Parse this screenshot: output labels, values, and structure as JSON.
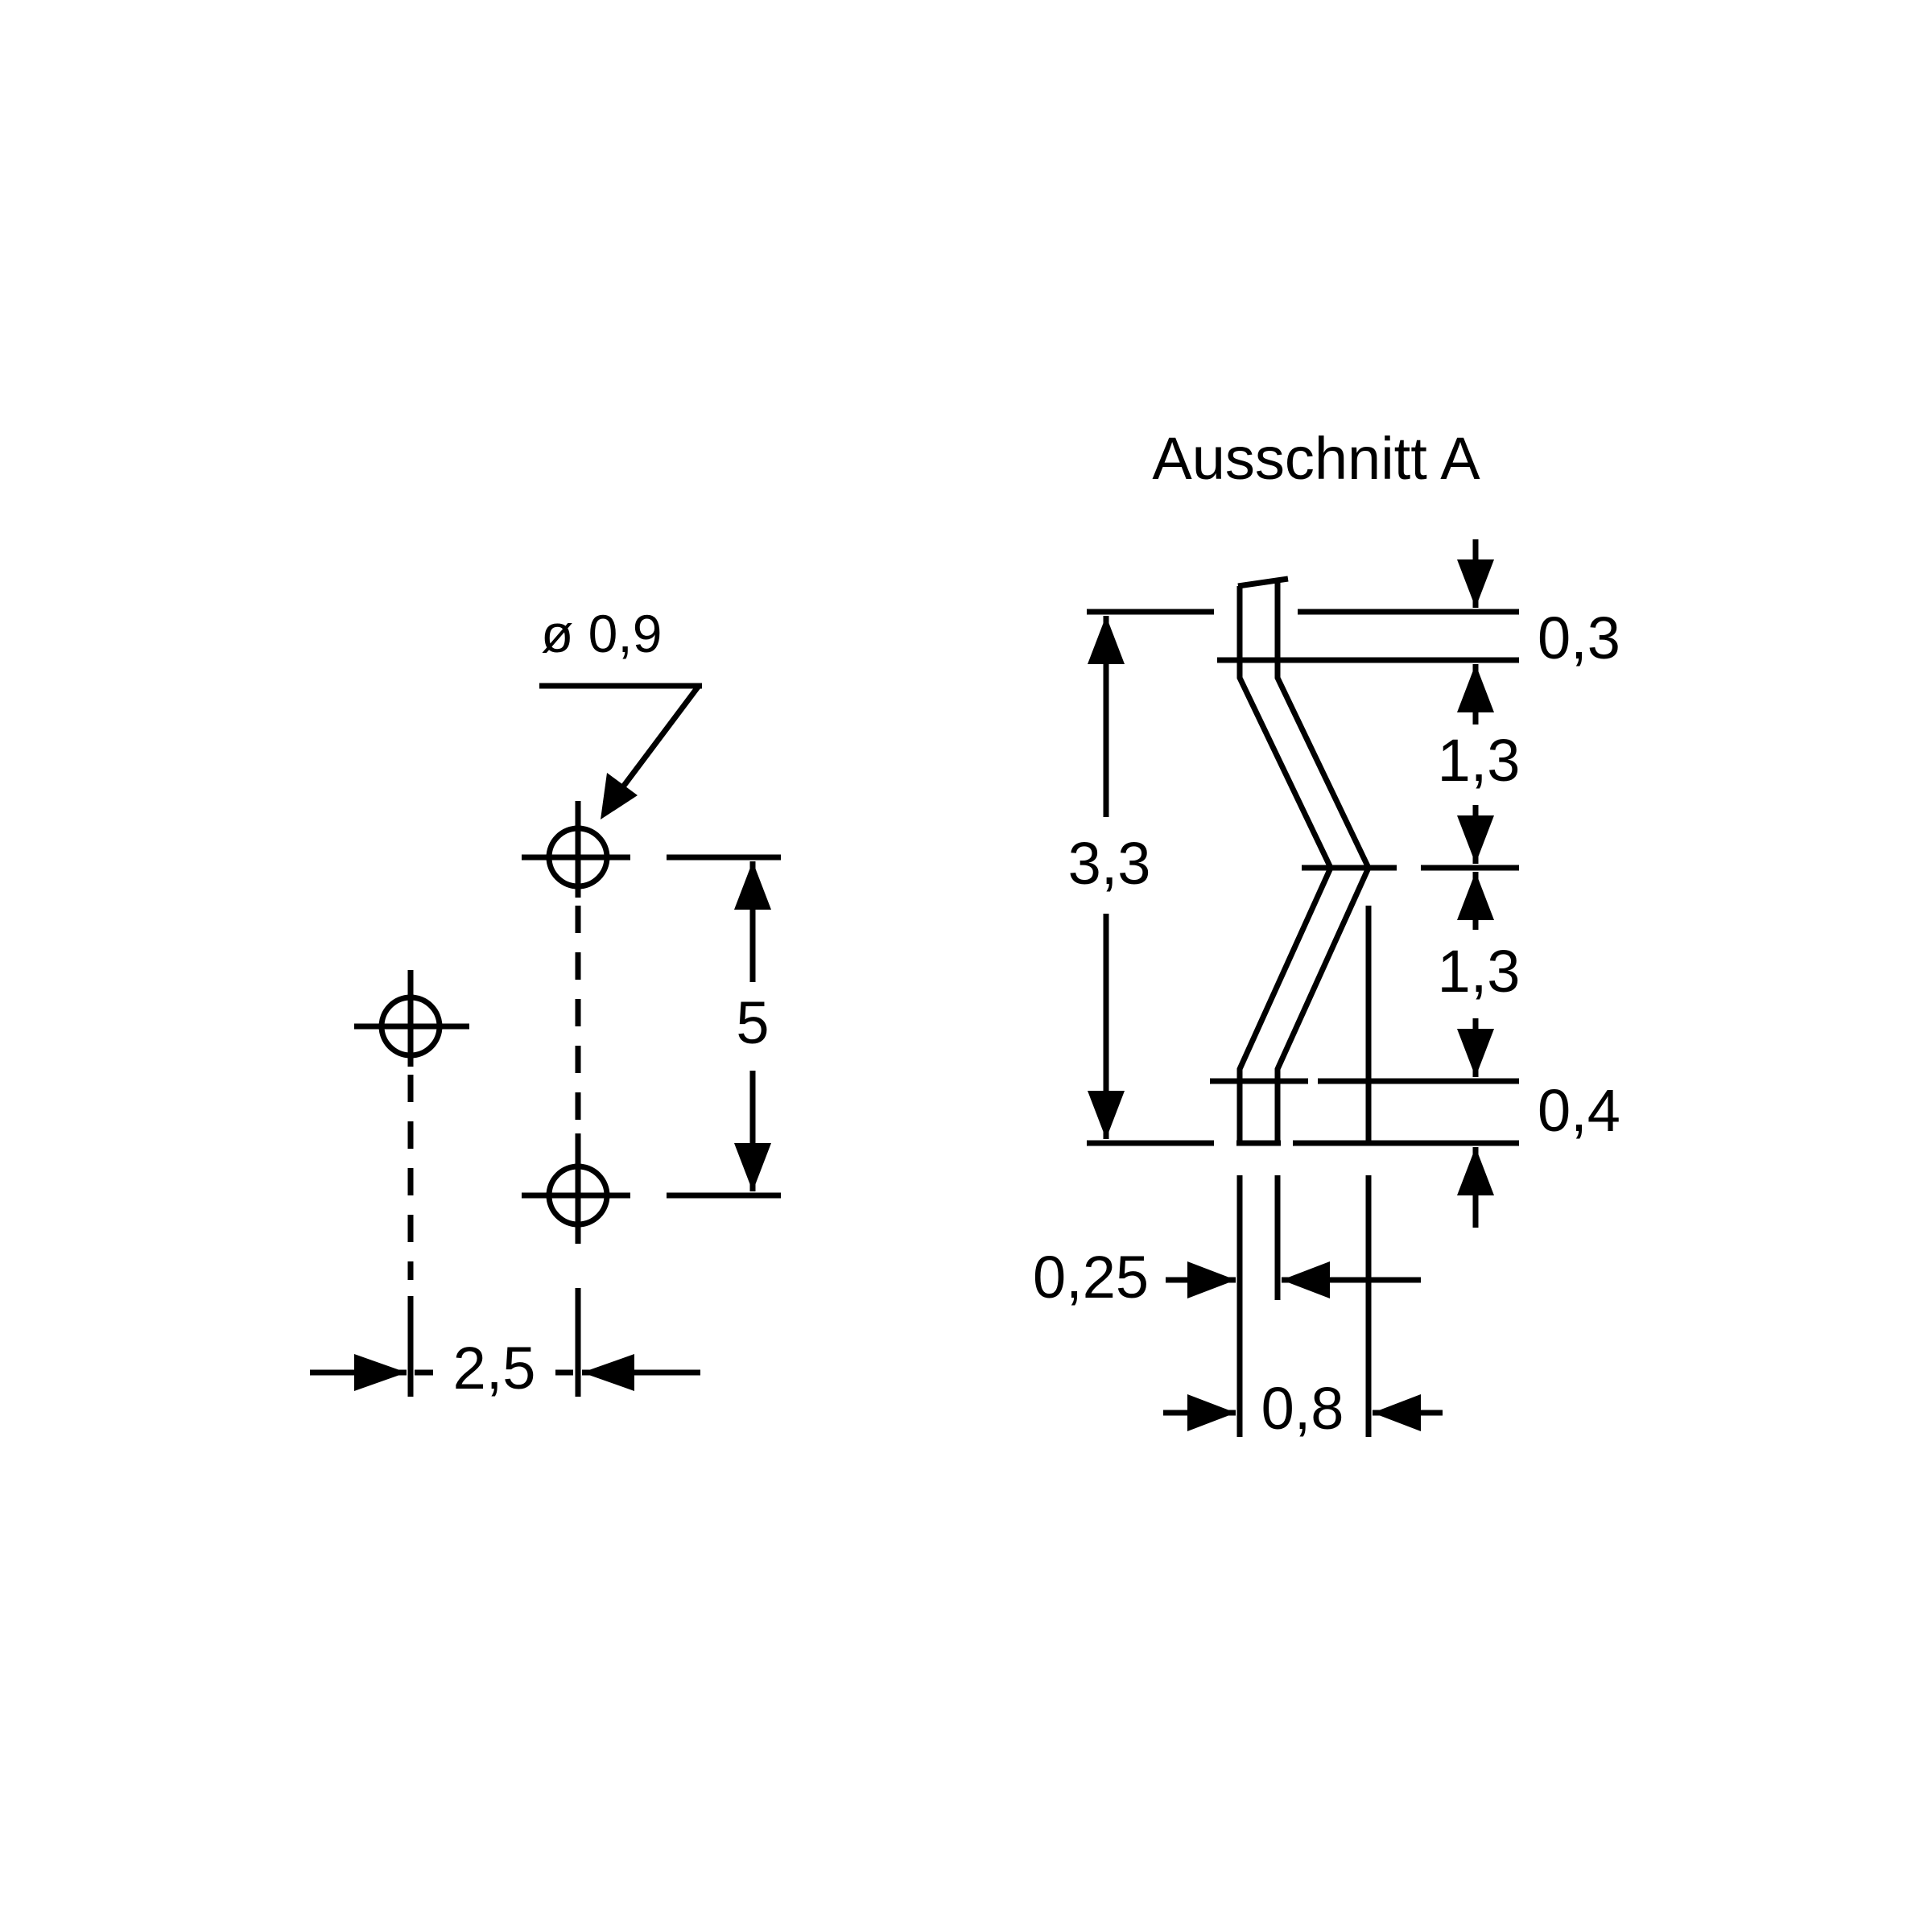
{
  "colors": {
    "ink": "#000000",
    "paper": "#ffffff"
  },
  "hole_pattern": {
    "hole_diameter_label": "ø 0,9",
    "pitch_vertical_label": "5",
    "pitch_horizontal_label": "2,5"
  },
  "detail": {
    "title": "Ausschnitt A",
    "top_thickness_label": "0,3",
    "upper_segment_label": "1,3",
    "lower_segment_label": "1,3",
    "bottom_thickness_label": "0,4",
    "total_height_label": "3,3",
    "wire_width_label": "0,25",
    "offset_width_label": "0,8"
  }
}
